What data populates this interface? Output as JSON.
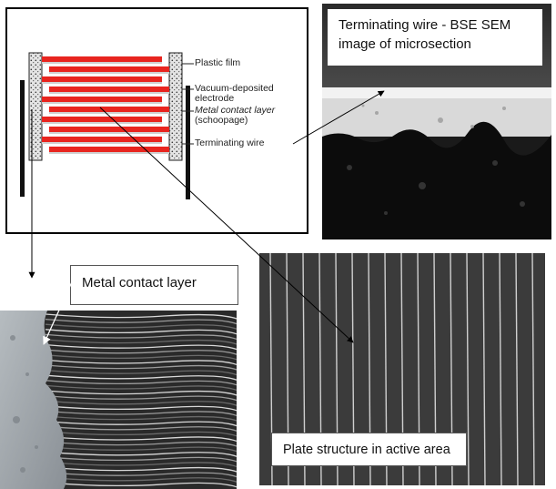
{
  "schematic": {
    "labels": {
      "plastic_film": "Plastic film",
      "vacuum_electrode_line1": "Vacuum-deposited",
      "vacuum_electrode_line2": "electrode",
      "metal_contact_line1": "Metal contact layer",
      "metal_contact_line2": "(schoopage)",
      "terminating_wire": "Terminating wire"
    },
    "colors": {
      "film": "#e8251f",
      "electrode": "#d0d0d0",
      "schoopage": "#d8d8d8"
    }
  },
  "photos": {
    "sem": {
      "caption_line1": "Terminating wire - BSE SEM",
      "caption_line2": "image of microsection"
    },
    "contact": {
      "caption": "Metal contact layer"
    },
    "plate": {
      "caption": "Plate structure in active area"
    }
  }
}
